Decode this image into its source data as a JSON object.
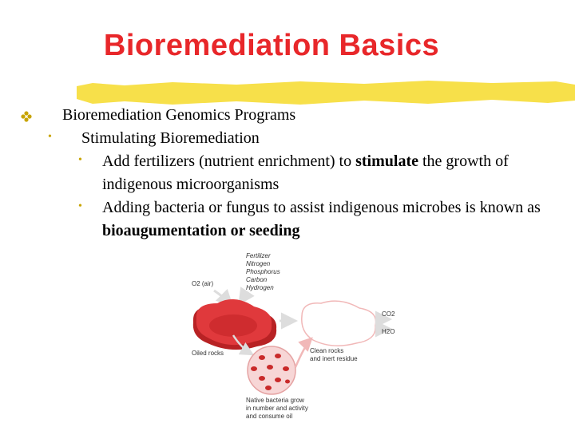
{
  "slide": {
    "title": "Bioremediation Basics",
    "level1": "Bioremediation Genomics Programs",
    "level2": "Stimulating Bioremediation",
    "item1": {
      "before": "Add fertilizers (nutrient enrichment) to ",
      "bold": "stimulate",
      "after": " the growth of indigenous microorganisms"
    },
    "item2": {
      "before": "Adding bacteria or fungus to assist indigenous microbes is known as ",
      "bold": "bioaugumentation or seeding"
    }
  },
  "diagram": {
    "inputs": [
      "Fertilizer",
      "Nitrogen",
      "Phosphorus",
      "Carbon",
      "Hydrogen"
    ],
    "o2_label": "O2 (air)",
    "oiled_rocks": "Oiled rocks",
    "co2": "CO2",
    "h2o": "H2O",
    "clean_rocks_1": "Clean rocks",
    "clean_rocks_2": "and inert residue",
    "native_1": "Native bacteria grow",
    "native_2": "in number and activity",
    "native_3": "and consume oil",
    "colors": {
      "oil": "#e0393c",
      "oil_dark": "#b82224",
      "bacteria": "#c92a2a",
      "dish": "#f5c8c8"
    }
  },
  "theme": {
    "title_color": "#e8272a",
    "highlight": "#f7e04a",
    "bullet": "#c8a400"
  }
}
